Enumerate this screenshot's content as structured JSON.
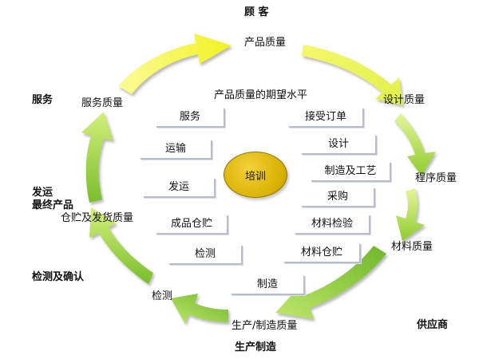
{
  "outer_labels": {
    "customer": "顾 客",
    "service": "服务",
    "deliver": "发运",
    "final_product": "最终产品",
    "inspection_confirm": "检测及确认",
    "production": "生产制造",
    "supplier": "供应商"
  },
  "ring_labels": {
    "product_quality": "产品质量",
    "design_quality": "设计质量",
    "process_quality": "程序质量",
    "material_quality": "材料质量",
    "production_quality": "生产/制造质量",
    "inspection": "检测",
    "storage_shipping_quality": "仓贮及发货质量",
    "service_quality": "服务质量"
  },
  "inner_title": "产品质量的期望水平",
  "inner_boxes_left": [
    "服务",
    "运输",
    "发运",
    "成品仓贮",
    "检测"
  ],
  "inner_boxes_right": [
    "接受订单",
    "设计",
    "制造及工艺",
    "采购",
    "材料检验",
    "材料仓贮"
  ],
  "inner_box_bottom": "制造",
  "center_label": "培训",
  "colors": {
    "yellow_light": "#fbfb9a",
    "yellow": "#f1f21e",
    "green_light": "#d3f07a",
    "green": "#7fbf2a",
    "green_dark": "#5c9e22",
    "center_gold": "#dcb400"
  }
}
